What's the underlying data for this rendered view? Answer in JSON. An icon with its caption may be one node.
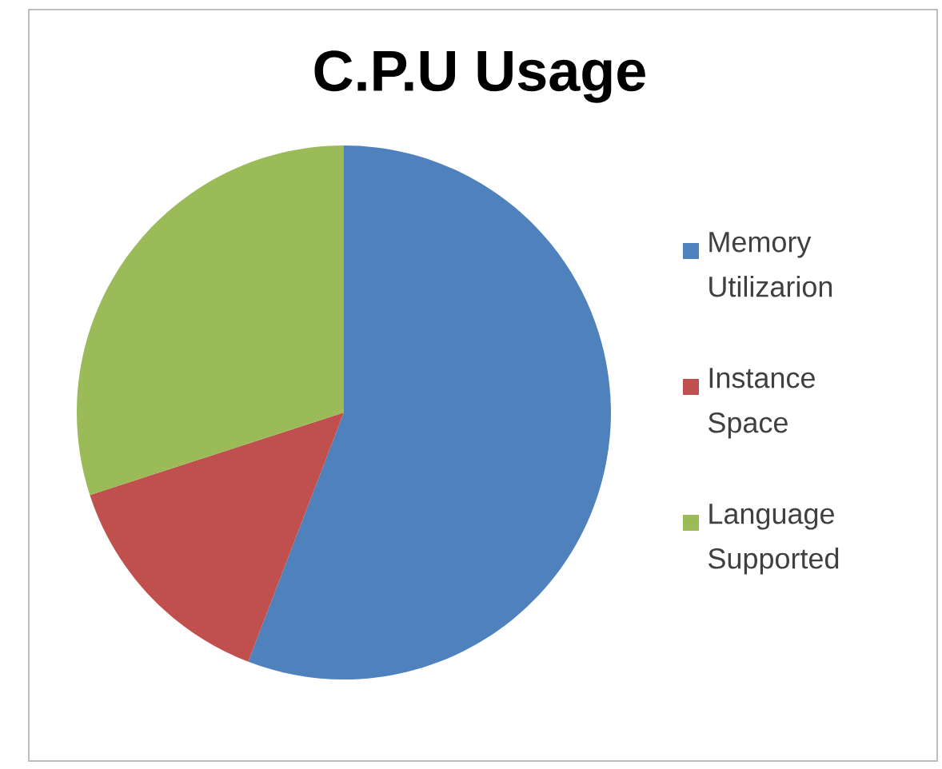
{
  "diagram": {
    "title": "C.P.U Usage",
    "legend": [
      {
        "text": "Memory Utilizarion",
        "color": "#4f81bd"
      },
      {
        "text": "Instance Space",
        "color": "#c0504d"
      },
      {
        "text": "Language Supported",
        "color": "#9bbb59"
      }
    ]
  }
}
